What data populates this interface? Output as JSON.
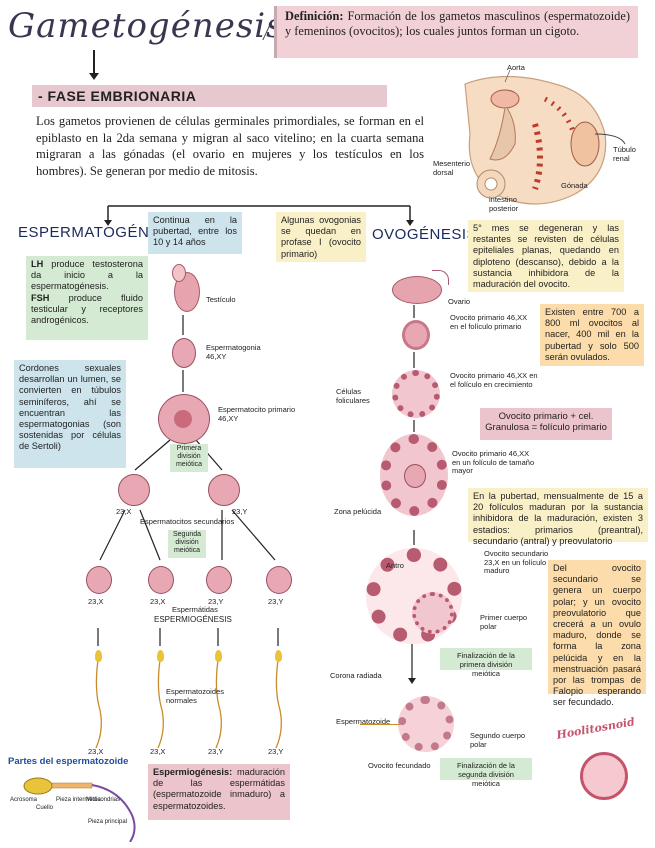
{
  "title": "Gametogénesis",
  "definition": {
    "term": "Definición:",
    "text": " Formación de los gametos masculinos (espermatozoide) y femeninos (ovocitos); los cuales juntos forman un cigoto."
  },
  "fase_embrionaria": {
    "heading": "- FASE EMBRIONARIA",
    "text": "Los gametos provienen de células germinales primordiales, se forman en el epiblasto en la 2da semana y migran al saco vitelino; en la cuarta semana migraran a las gónadas (el ovario en mujeres y los testículos en los hombres).  Se generan por medio de mitosis."
  },
  "embryo_labels": {
    "aorta": "Aorta",
    "mesenterio": "Mesenterio dorsal",
    "tubulo": "Túbulo renal",
    "gonada": "Gónada",
    "intestino": "intestino posterior"
  },
  "espermatogenesis": {
    "heading": "ESPERMATOGÉNESIS",
    "pubertad": "Continua en la pubertad, entre los 10 y 14 años",
    "hormonas": {
      "lh_term": "LH",
      "lh_text": " produce testosterona da inicio a la espermatogénesis.",
      "fsh_term": "FSH",
      "fsh_text": " produce fluido testicular y receptores androgénicos."
    },
    "cordones": "Cordones sexuales desarrollan un lumen, se convierten en túbulos seminíferos, ahí se encuentran las espermatogonias (son sostenidas por células de Sertoli)",
    "labels": {
      "testiculo": "Testículo",
      "espermatogonia": "Espermatogonia 46,XY",
      "primario": "Espermatocito primario 46,XY",
      "primera_division": "Primera división meiótica",
      "secundarios": "Espermatocitos secundarios",
      "segunda_division": "Segunda división meiótica",
      "espermatidas": "Espermátidas",
      "espermiogenesis": "ESPERMIOGÉNESIS",
      "espermatozoides": "Espermatozoides normales"
    },
    "karyotypes_sec": [
      "23,X",
      "23,Y"
    ],
    "karyotypes_tid": [
      "23,X",
      "23,X",
      "23,Y",
      "23,Y"
    ],
    "karyotypes_zoa": [
      "23,X",
      "23,X",
      "23,Y",
      "23,Y"
    ],
    "partes": {
      "heading": "Partes del espermatozoide",
      "cabeza": "Acrosoma",
      "cuello": "Cuello",
      "pieza": "Pieza intermedia",
      "mitocondrias": "Mitocondrias",
      "cola": "Pieza principal"
    },
    "espermiogenesis_def": {
      "term": "Espermiogénesis:",
      "text": " maduración de las espermátidas (espermatozoide inmaduro) a espermatozoides."
    }
  },
  "ovogenesis": {
    "heading": "OVOGÉNESIS",
    "ovogonias": "Algunas ovogonias se quedan en profase I (ovocito primario)",
    "quinto_mes": "5° mes se degeneran y las restantes se revisten de células epiteliales planas, quedando en diploteno (descanso), debido a la sustancia inhibidora de la maduración del ovocito.",
    "cantidad": "Existen entre 700 a 800 ml ovocitos al nacer, 400 mil en la pubertad y solo 500 serán ovulados.",
    "folículo_primario": "Ovocito primario + cel. Granulosa = folículo primario",
    "pubertad": "En la pubertad, mensualmente de 15 a 20 folículos maduran por la sustancia inhibidora de la maduración, existen 3 estadios: primarios (preantral), secundario (antral) y preovulatorio",
    "secundario": "Del ovocito secundario se genera un cuerpo polar; y un ovocito preovulatorio que crecerá a un ovulo maduro, donde se forma la zona pelúcida y en la menstruación pasará por las trompas de Falopio esperando ser fecundado.",
    "labels": {
      "ovario": "Ovario",
      "primario_anular": "Ovocito primario 46,XX en el folículo primario",
      "celulas_foliculares": "Células foliculares",
      "primario_creciente": "Ovocito primario 46,XX en el folículo en crecimiento",
      "primario_mayor": "Ovocito primario 46,XX en un folículo de tamaño mayor",
      "zona_pelucida": "Zona pelúcida",
      "secundario": "Ovocito secundario 23,X en un folículo maduro",
      "antro": "Antro",
      "primer_cuerpo": "Primer cuerpo polar",
      "fin_primera": "Finalización de la primera división meiótica",
      "corona": "Corona radiada",
      "espermatozoide": "Espermatozoide",
      "segundo_cuerpo": "Segundo cuerpo polar",
      "fecundado": "Ovocito fecundado",
      "fin_segunda": "Finalización de la segunda división meiótica"
    }
  },
  "signature": "Hoolitosnoid"
}
